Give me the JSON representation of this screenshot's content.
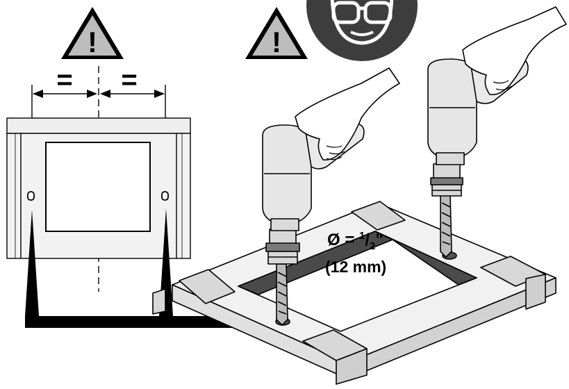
{
  "diagram": {
    "equal_sign_left": "=",
    "equal_sign_right": "=",
    "warning_glyph_left": "!",
    "warning_glyph_right": "!",
    "hole_diameter": {
      "prefix": "Ø = ",
      "numerator": "1",
      "slash": "/",
      "denominator": "2",
      "unit": "\"",
      "metric": "(12 mm)"
    },
    "icons": [
      "warning-triangle-icon",
      "warning-triangle-icon",
      "safety-goggles-icon",
      "drill-icon",
      "drill-icon"
    ],
    "colors": {
      "ink": "#000000",
      "warning_fill": "#bdbdbd",
      "goggles_badge": "#3d3d3d",
      "panel": "#e9e9e9",
      "frame_shadow": "#4a4a4a",
      "drill_body": "#e6e6e6"
    }
  }
}
